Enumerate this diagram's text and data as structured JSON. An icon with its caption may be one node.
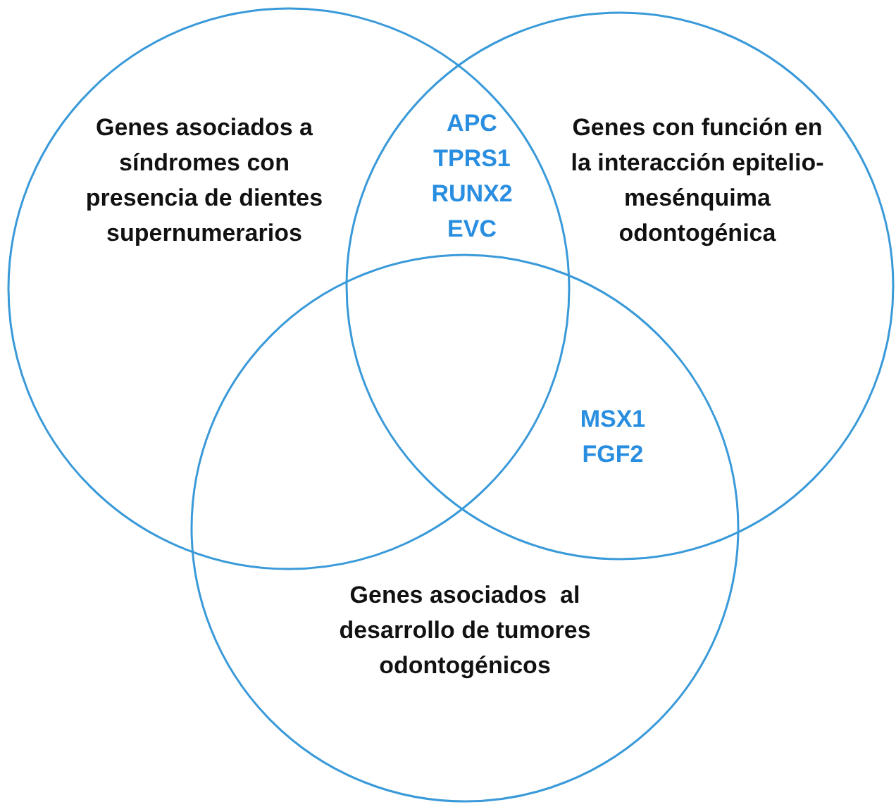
{
  "diagram": {
    "nodes": [
      {
        "text": [
          "Genes asociados a síndromes con presencia de dientes supernumerarios"
        ]
      },
      {
        "text": [
          "Genes con función en la interacción epitelio-mesénquima odontogénica"
        ]
      },
      {
        "text": [
          "Genes asociados  al desarrollo de tumores odontogénicos"
        ]
      }
    ],
    "labels": [
      "APC",
      "TPRS1",
      "RUNX2",
      "EVC",
      "MSX1",
      "FGF2"
    ]
  }
}
